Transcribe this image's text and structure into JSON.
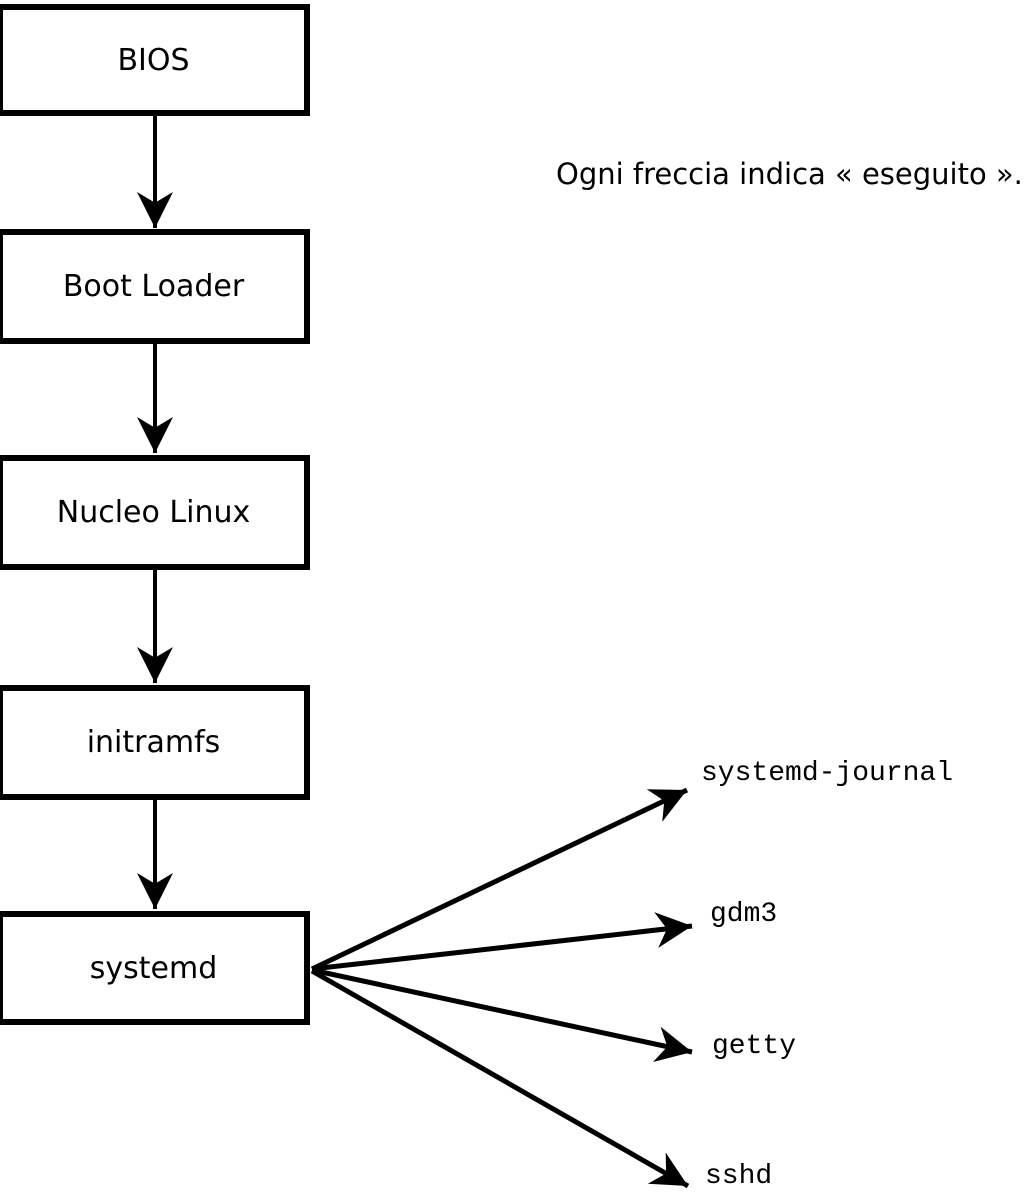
{
  "diagram": {
    "caption": "Ogni freccia indica « eseguito ».",
    "boxes": [
      {
        "id": "bios",
        "label": "BIOS"
      },
      {
        "id": "boot-loader",
        "label": "Boot Loader"
      },
      {
        "id": "nucleo-linux",
        "label": "Nucleo Linux"
      },
      {
        "id": "initramfs",
        "label": "initramfs"
      },
      {
        "id": "systemd",
        "label": "systemd"
      }
    ],
    "targets": [
      {
        "id": "systemd-journal",
        "label": "systemd-journal"
      },
      {
        "id": "gdm3",
        "label": "gdm3"
      },
      {
        "id": "getty",
        "label": "getty"
      },
      {
        "id": "sshd",
        "label": "sshd"
      }
    ],
    "edges": [
      {
        "from": "BIOS",
        "to": "Boot Loader"
      },
      {
        "from": "Boot Loader",
        "to": "Nucleo Linux"
      },
      {
        "from": "Nucleo Linux",
        "to": "initramfs"
      },
      {
        "from": "initramfs",
        "to": "systemd"
      },
      {
        "from": "systemd",
        "to": "systemd-journal"
      },
      {
        "from": "systemd",
        "to": "gdm3"
      },
      {
        "from": "systemd",
        "to": "getty"
      },
      {
        "from": "systemd",
        "to": "sshd"
      }
    ],
    "colors": {
      "stroke": "#000000",
      "box_fill": "#ffffff",
      "text": "#000000",
      "background": "#ffffff"
    }
  }
}
